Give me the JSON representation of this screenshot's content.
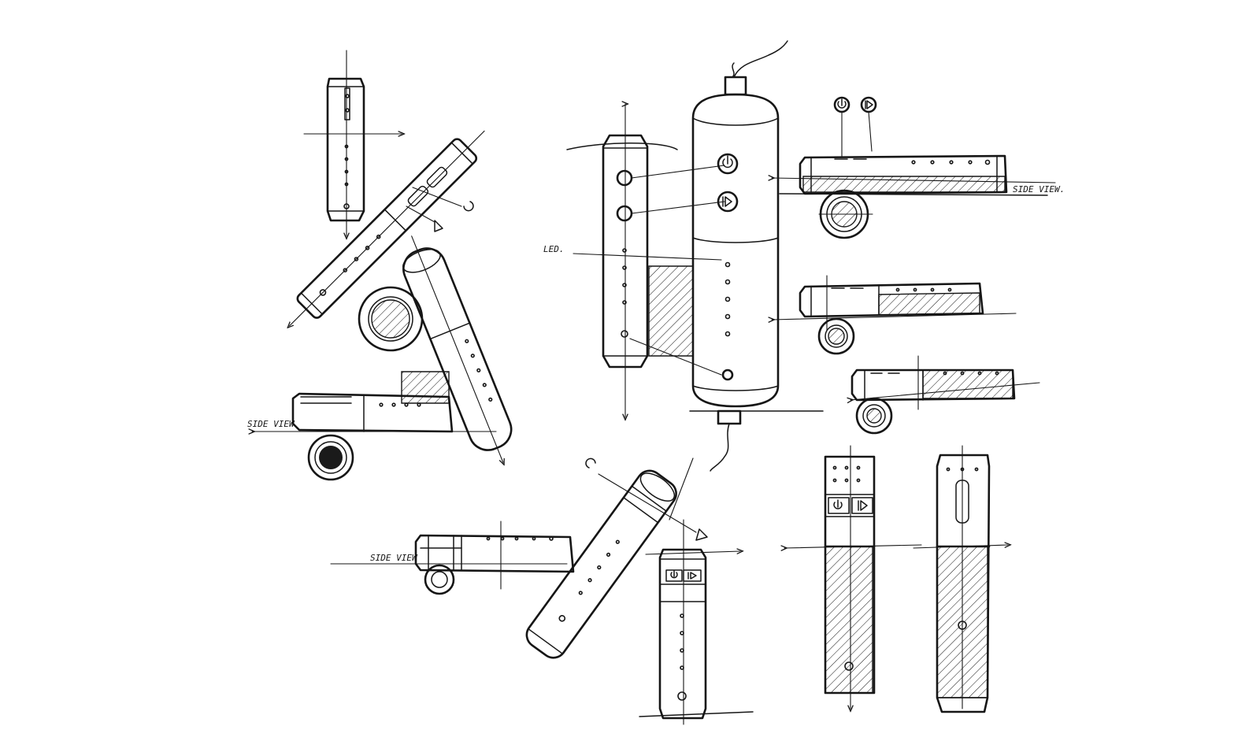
{
  "sketch": {
    "ink_color": "#161616",
    "paper_color": "#ffffff",
    "labels": {
      "led": "LED.",
      "side_view_top_right": "SIDE VIEW.",
      "side_view_left": "SIDE VIEW",
      "side_view_bottom": "SIDE VIEW"
    },
    "icons": [
      "power-icon",
      "play-icon"
    ]
  }
}
